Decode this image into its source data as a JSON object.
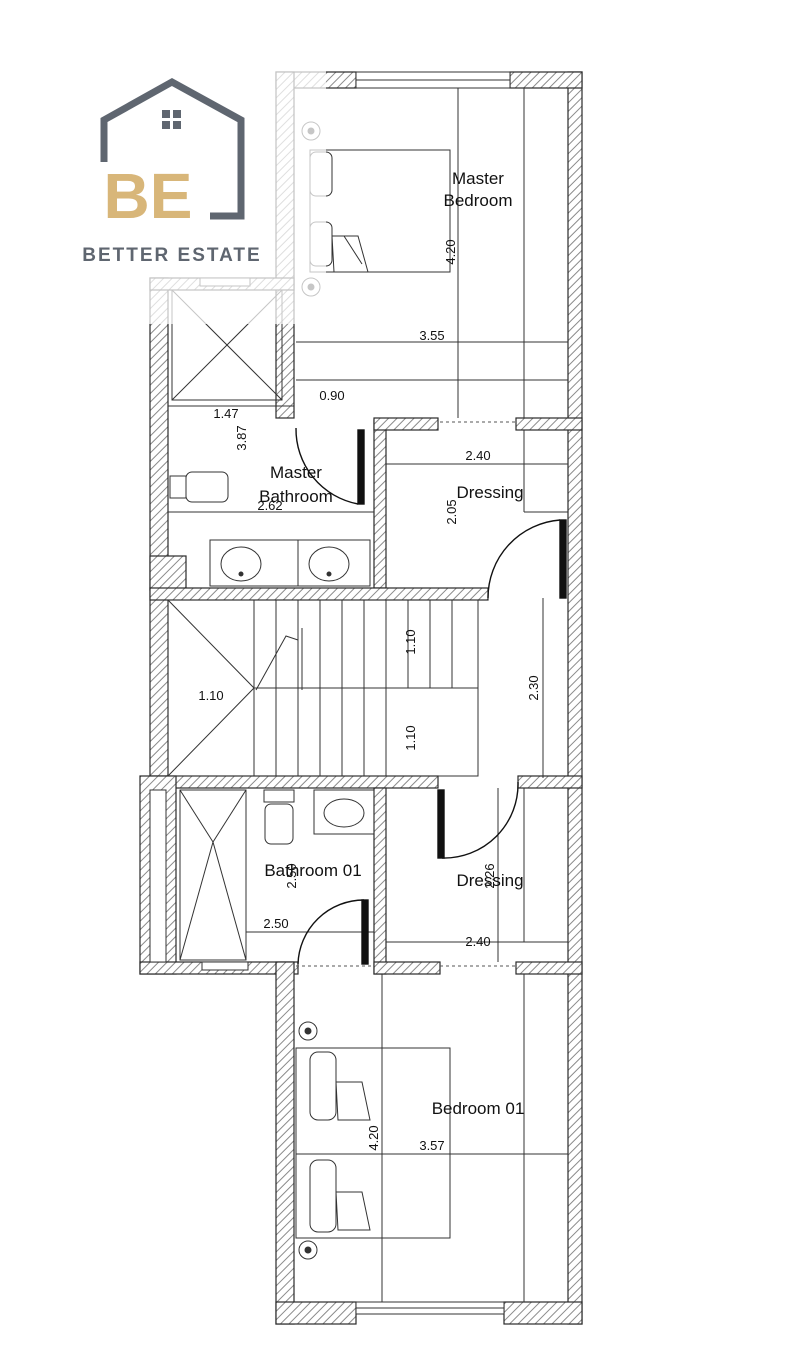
{
  "brand": {
    "initials": "BE",
    "name": "BETTER ESTATE",
    "colors": {
      "house_outline": "#5f6670",
      "initials": "#d8b679",
      "name": "#5f6670"
    }
  },
  "rooms": {
    "master_bedroom": [
      "Master",
      "Bedroom"
    ],
    "master_bathroom": [
      "Master",
      "Bathroom"
    ],
    "dressing_upper": "Dressing",
    "dressing_lower": "Dressing",
    "bathroom_01": "Bathroom 01",
    "bedroom_01": "Bedroom 01"
  },
  "dimensions": {
    "master_bedroom_depth": "4.20",
    "master_bedroom_width": "3.55",
    "master_bath_door": "0.90",
    "master_bath_width": "1.47",
    "master_bath_depth": "3.87",
    "master_bath_length": "2.62",
    "dressing_upper_width": "2.40",
    "dressing_upper_depth": "2.05",
    "stair_upper_flight": "1.10",
    "stair_landing": "1.10",
    "stair_lower_flight": "1.10",
    "corridor_length": "2.30",
    "bathroom_01_depth": "2.50",
    "bathroom_01_width": "2.50",
    "dressing_lower_depth": "2.26",
    "dressing_lower_width": "2.40",
    "bedroom_01_depth": "4.20",
    "bedroom_01_width": "3.57"
  },
  "colors": {
    "wall": "#2a2a2a",
    "hatch": "#8a8a8a",
    "line": "#333333"
  }
}
